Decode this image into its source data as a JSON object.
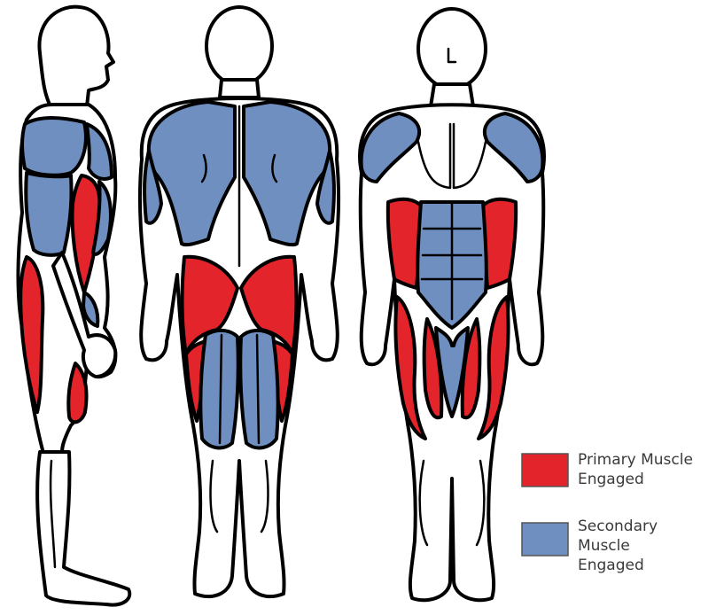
{
  "colors": {
    "primary": "#e3252b",
    "secondary": "#6f8fc0",
    "outline": "#000000",
    "skin": "#ffffff"
  },
  "figures": [
    {
      "view": "side",
      "icon": "side-view-body-icon"
    },
    {
      "view": "back",
      "icon": "back-view-body-icon"
    },
    {
      "view": "front",
      "icon": "front-view-body-icon"
    }
  ],
  "legend": {
    "primary": {
      "label": "Primary Muscle\nEngaged",
      "color": "#e3252b"
    },
    "secondary": {
      "label": "Secondary\nMuscle\nEngaged",
      "color": "#6f8fc0"
    }
  }
}
